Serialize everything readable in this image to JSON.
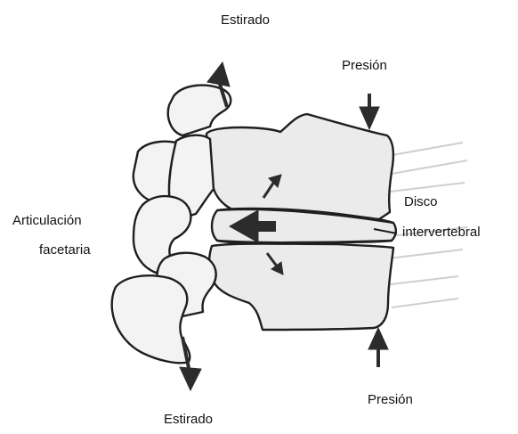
{
  "labels": {
    "stretched_top": "Estirado",
    "pressure_top": "Presión",
    "disc_line1": "Disco",
    "disc_line2": "intervertebral",
    "facet_line1": "Articulación",
    "facet_line2": "facetaria",
    "pressure_bottom": "Presión",
    "stretched_bottom": "Estirado"
  },
  "colors": {
    "bone_fill": "#ebebeb",
    "outline": "#1f1f1f",
    "arrow": "#2c2c2c",
    "background": "#ffffff"
  }
}
